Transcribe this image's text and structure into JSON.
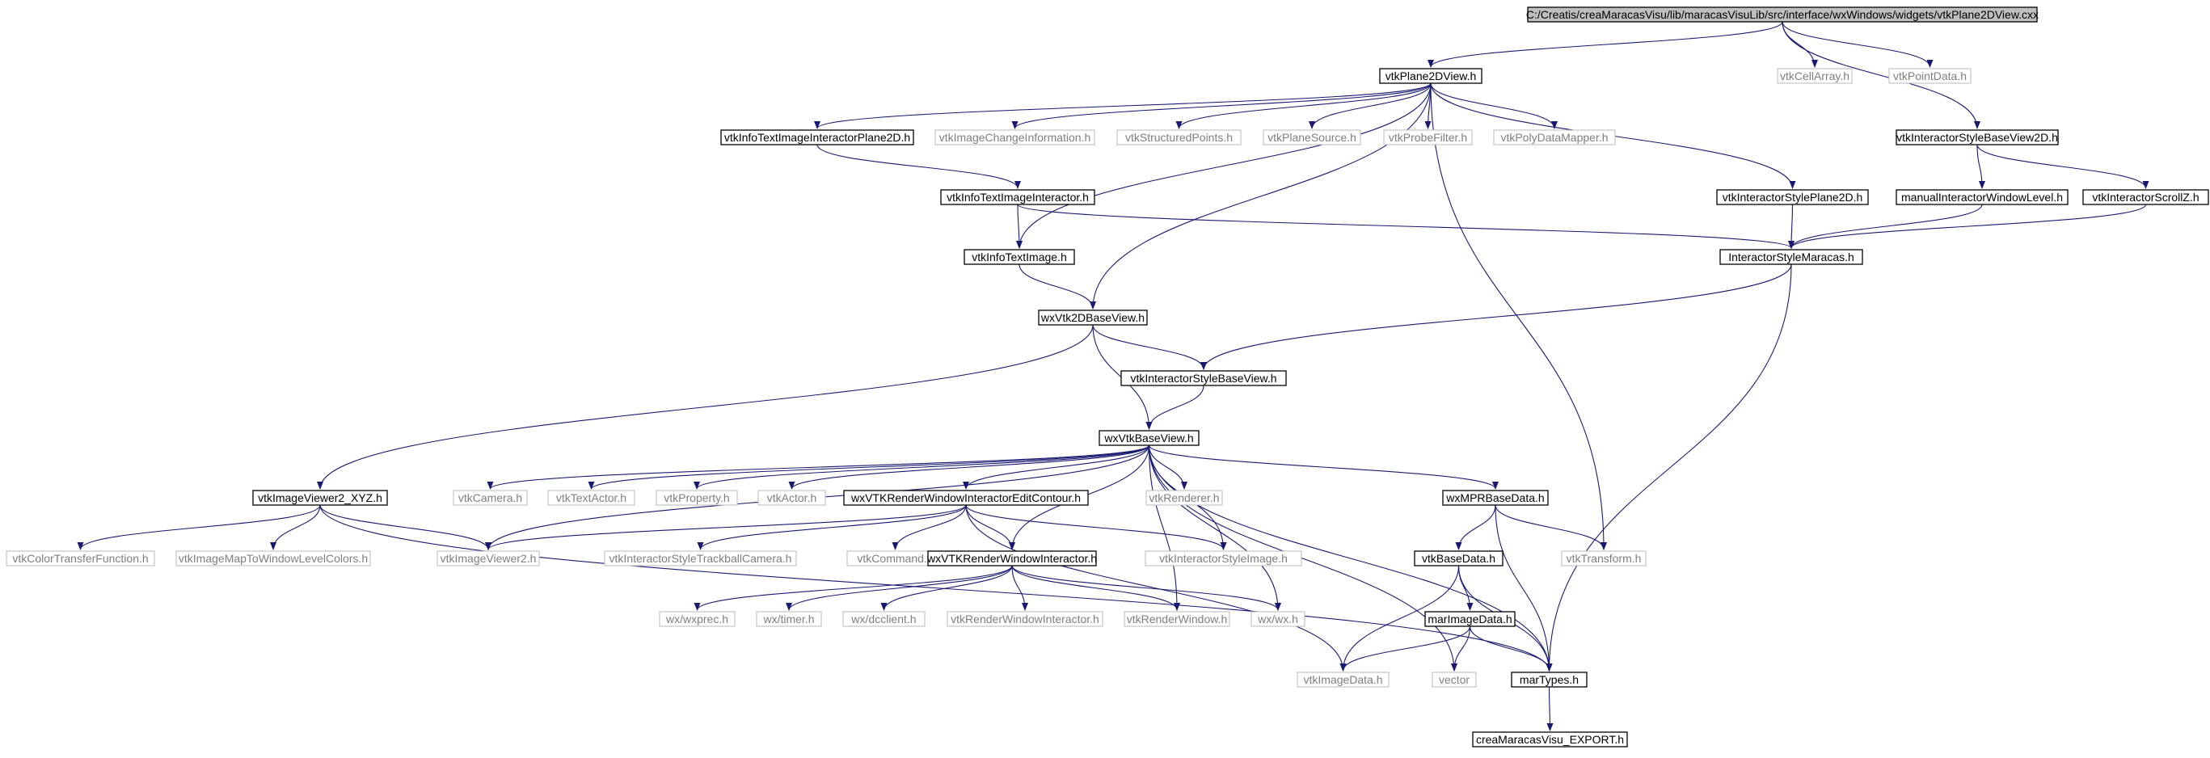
{
  "graph": {
    "nodes": [
      {
        "id": "root",
        "label": "C:/Creatis/creaMaracasVisu/lib/maracasVisuLib/src/interface/wxWindows/widgets/vtkPlane2DView.cxx",
        "style": "root"
      },
      {
        "id": "plane2d",
        "label": "vtkPlane2DView.h",
        "style": "strong"
      },
      {
        "id": "cellarray",
        "label": "vtkCellArray.h",
        "style": "weak"
      },
      {
        "id": "pointdata",
        "label": "vtkPointData.h",
        "style": "weak"
      },
      {
        "id": "isbv2d",
        "label": "vtkInteractorStyleBaseView2D.h",
        "style": "strong"
      },
      {
        "id": "itiip2d",
        "label": "vtkInfoTextImageInteractorPlane2D.h",
        "style": "strong"
      },
      {
        "id": "imgchange",
        "label": "vtkImageChangeInformation.h",
        "style": "weak"
      },
      {
        "id": "structpts",
        "label": "vtkStructuredPoints.h",
        "style": "weak"
      },
      {
        "id": "planesrc",
        "label": "vtkPlaneSource.h",
        "style": "weak"
      },
      {
        "id": "probe",
        "label": "vtkProbeFilter.h",
        "style": "weak"
      },
      {
        "id": "polymapper",
        "label": "vtkPolyDataMapper.h",
        "style": "weak"
      },
      {
        "id": "itii",
        "label": "vtkInfoTextImageInteractor.h",
        "style": "strong"
      },
      {
        "id": "isplane2d",
        "label": "vtkInteractorStylePlane2D.h",
        "style": "strong"
      },
      {
        "id": "manualiwl",
        "label": "manualInteractorWindowLevel.h",
        "style": "strong"
      },
      {
        "id": "isscrollz",
        "label": "vtkInteractorScrollZ.h",
        "style": "strong"
      },
      {
        "id": "iti",
        "label": "vtkInfoTextImage.h",
        "style": "strong"
      },
      {
        "id": "ismaracas",
        "label": "InteractorStyleMaracas.h",
        "style": "strong"
      },
      {
        "id": "wx2dbase",
        "label": "wxVtk2DBaseView.h",
        "style": "strong"
      },
      {
        "id": "isbaseview",
        "label": "vtkInteractorStyleBaseView.h",
        "style": "strong"
      },
      {
        "id": "wxbaseview",
        "label": "wxVtkBaseView.h",
        "style": "strong"
      },
      {
        "id": "iv2xyz",
        "label": "vtkImageViewer2_XYZ.h",
        "style": "strong"
      },
      {
        "id": "camera",
        "label": "vtkCamera.h",
        "style": "weak"
      },
      {
        "id": "textactor",
        "label": "vtkTextActor.h",
        "style": "weak"
      },
      {
        "id": "property",
        "label": "vtkProperty.h",
        "style": "weak"
      },
      {
        "id": "actor",
        "label": "vtkActor.h",
        "style": "weak"
      },
      {
        "id": "wxvtkrwiec",
        "label": "wxVTKRenderWindowInteractorEditContour.h",
        "style": "strong"
      },
      {
        "id": "renderer",
        "label": "vtkRenderer.h",
        "style": "weak"
      },
      {
        "id": "wxmpr",
        "label": "wxMPRBaseData.h",
        "style": "strong"
      },
      {
        "id": "ctf",
        "label": "vtkColorTransferFunction.h",
        "style": "weak"
      },
      {
        "id": "imtwlc",
        "label": "vtkImageMapToWindowLevelColors.h",
        "style": "weak"
      },
      {
        "id": "iv2",
        "label": "vtkImageViewer2.h",
        "style": "weak"
      },
      {
        "id": "istbc",
        "label": "vtkInteractorStyleTrackballCamera.h",
        "style": "weak"
      },
      {
        "id": "command",
        "label": "vtkCommand.h",
        "style": "weak"
      },
      {
        "id": "wxvtkrwi",
        "label": "wxVTKRenderWindowInteractor.h",
        "style": "strong"
      },
      {
        "id": "isimage",
        "label": "vtkInteractorStyleImage.h",
        "style": "weak"
      },
      {
        "id": "basedata",
        "label": "vtkBaseData.h",
        "style": "strong"
      },
      {
        "id": "transform",
        "label": "vtkTransform.h",
        "style": "weak"
      },
      {
        "id": "wxprec",
        "label": "wx/wxprec.h",
        "style": "weak"
      },
      {
        "id": "timer",
        "label": "wx/timer.h",
        "style": "weak"
      },
      {
        "id": "dcclient",
        "label": "wx/dcclient.h",
        "style": "weak"
      },
      {
        "id": "rwi",
        "label": "vtkRenderWindowInteractor.h",
        "style": "weak"
      },
      {
        "id": "renderwindow",
        "label": "vtkRenderWindow.h",
        "style": "weak"
      },
      {
        "id": "wx",
        "label": "wx/wx.h",
        "style": "weak"
      },
      {
        "id": "marimage",
        "label": "marImageData.h",
        "style": "strong"
      },
      {
        "id": "imagedata",
        "label": "vtkImageData.h",
        "style": "weak"
      },
      {
        "id": "vector",
        "label": "vector",
        "style": "weak"
      },
      {
        "id": "martypes",
        "label": "marTypes.h",
        "style": "strong"
      },
      {
        "id": "export",
        "label": "creaMaracasVisu_EXPORT.h",
        "style": "strong"
      }
    ],
    "edges": [
      [
        "root",
        "plane2d"
      ],
      [
        "root",
        "cellarray"
      ],
      [
        "root",
        "pointdata"
      ],
      [
        "root",
        "isbv2d"
      ],
      [
        "plane2d",
        "itiip2d"
      ],
      [
        "plane2d",
        "imgchange"
      ],
      [
        "plane2d",
        "structpts"
      ],
      [
        "plane2d",
        "planesrc"
      ],
      [
        "plane2d",
        "probe"
      ],
      [
        "plane2d",
        "polymapper"
      ],
      [
        "plane2d",
        "isplane2d"
      ],
      [
        "plane2d",
        "iti"
      ],
      [
        "plane2d",
        "wx2dbase"
      ],
      [
        "plane2d",
        "transform"
      ],
      [
        "itiip2d",
        "itii"
      ],
      [
        "itii",
        "iti"
      ],
      [
        "itii",
        "ismaracas"
      ],
      [
        "isbv2d",
        "manualiwl"
      ],
      [
        "isbv2d",
        "isscrollz"
      ],
      [
        "isplane2d",
        "ismaracas"
      ],
      [
        "manualiwl",
        "ismaracas"
      ],
      [
        "isscrollz",
        "ismaracas"
      ],
      [
        "iti",
        "wx2dbase"
      ],
      [
        "ismaracas",
        "isbaseview"
      ],
      [
        "ismaracas",
        "martypes"
      ],
      [
        "wx2dbase",
        "isbaseview"
      ],
      [
        "wx2dbase",
        "wxbaseview"
      ],
      [
        "wx2dbase",
        "iv2xyz"
      ],
      [
        "isbaseview",
        "wxbaseview"
      ],
      [
        "wxbaseview",
        "camera"
      ],
      [
        "wxbaseview",
        "textactor"
      ],
      [
        "wxbaseview",
        "property"
      ],
      [
        "wxbaseview",
        "actor"
      ],
      [
        "wxbaseview",
        "wxvtkrwiec"
      ],
      [
        "wxbaseview",
        "renderer"
      ],
      [
        "wxbaseview",
        "wxmpr"
      ],
      [
        "wxbaseview",
        "iv2"
      ],
      [
        "wxbaseview",
        "wxvtkrwi"
      ],
      [
        "wxbaseview",
        "isimage"
      ],
      [
        "wxbaseview",
        "renderwindow"
      ],
      [
        "wxbaseview",
        "wx"
      ],
      [
        "wxbaseview",
        "vector"
      ],
      [
        "wxbaseview",
        "martypes"
      ],
      [
        "iv2xyz",
        "ctf"
      ],
      [
        "iv2xyz",
        "imtwlc"
      ],
      [
        "iv2xyz",
        "iv2"
      ],
      [
        "iv2xyz",
        "martypes"
      ],
      [
        "wxvtkrwiec",
        "iv2"
      ],
      [
        "wxvtkrwiec",
        "istbc"
      ],
      [
        "wxvtkrwiec",
        "command"
      ],
      [
        "wxvtkrwiec",
        "wxvtkrwi"
      ],
      [
        "wxvtkrwiec",
        "isimage"
      ],
      [
        "wxvtkrwiec",
        "imagedata"
      ],
      [
        "wxmpr",
        "basedata"
      ],
      [
        "wxmpr",
        "transform"
      ],
      [
        "wxmpr",
        "martypes"
      ],
      [
        "wxvtkrwi",
        "wxprec"
      ],
      [
        "wxvtkrwi",
        "timer"
      ],
      [
        "wxvtkrwi",
        "dcclient"
      ],
      [
        "wxvtkrwi",
        "rwi"
      ],
      [
        "wxvtkrwi",
        "renderwindow"
      ],
      [
        "wxvtkrwi",
        "wx"
      ],
      [
        "basedata",
        "marimage"
      ],
      [
        "basedata",
        "imagedata"
      ],
      [
        "basedata",
        "martypes"
      ],
      [
        "marimage",
        "imagedata"
      ],
      [
        "marimage",
        "vector"
      ],
      [
        "marimage",
        "martypes"
      ],
      [
        "martypes",
        "export"
      ]
    ]
  }
}
